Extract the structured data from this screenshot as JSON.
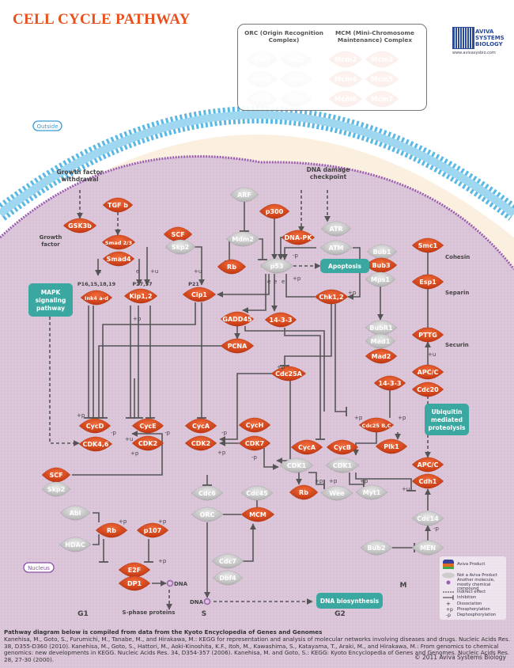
{
  "title": "CELL CYCLE PATHWAY",
  "colors": {
    "product": "#d8431a",
    "non_product": "#c4c4c4",
    "process": "#3aa8a0",
    "cytoplasm": "#fbf0e0",
    "nucleus": "#dcc4d8",
    "membrane": "#5ab8e4",
    "nuclear_membrane": "#9a5fb0",
    "line": "#555555",
    "title": "#e8501e"
  },
  "complex_legend": {
    "orc_header": "ORC (Origin Recognition Complex)",
    "mcm_header": "MCM (Mini-Chromosome Maintenance) Complex",
    "orc_items": [
      "Orc1",
      "Orc2",
      "Orc3",
      "Orc4",
      "Orc5",
      "Orc6"
    ],
    "mcm_items": [
      "Mcm2",
      "Mcm3",
      "Mcm4",
      "Mcm5",
      "Mcm6",
      "Mcm7"
    ]
  },
  "logo": {
    "line1": "AVIVA",
    "line2": "SYSTEMS",
    "line3": "BIOLOGY",
    "url": "www.avivasysbio.com"
  },
  "compartments": {
    "outside": "Outside",
    "nucleus": "Nucleus"
  },
  "annotations": {
    "growth_factor_withdrawal": "Growth factor withdrawal",
    "growth_factor": "Growth factor",
    "dna_damage": "DNA damage checkpoint",
    "p16": "P16,15,18,19",
    "p27": "P27,57",
    "p21": "P21",
    "cohesin": "Cohesin",
    "separin": "Separin",
    "securin": "Securin",
    "dna1": "DNA",
    "dna2": "DNA",
    "s_phase": "S-phase proteins",
    "g1": "G1",
    "s": "S",
    "g2": "G2",
    "m": "M"
  },
  "nodes": [
    {
      "id": "gsk3b",
      "label": "GSK3b",
      "type": "product"
    },
    {
      "id": "tgfb",
      "label": "TGF b",
      "type": "product"
    },
    {
      "id": "smad23",
      "label": "Smad 2/3",
      "type": "product"
    },
    {
      "id": "smad4",
      "label": "Smad4",
      "type": "product"
    },
    {
      "id": "scf1",
      "label": "SCF",
      "type": "product"
    },
    {
      "id": "skp2a",
      "label": "Skp2",
      "type": "non"
    },
    {
      "id": "arf",
      "label": "ARF",
      "type": "non"
    },
    {
      "id": "mdm2",
      "label": "Mdm2",
      "type": "non"
    },
    {
      "id": "rb1",
      "label": "Rb",
      "type": "product"
    },
    {
      "id": "p300",
      "label": "p300",
      "type": "product"
    },
    {
      "id": "dnapk",
      "label": "DNA-PK",
      "type": "product"
    },
    {
      "id": "atr",
      "label": "ATR",
      "type": "non"
    },
    {
      "id": "atm",
      "label": "ATM",
      "type": "non"
    },
    {
      "id": "p53",
      "label": "p53",
      "type": "non"
    },
    {
      "id": "ink4",
      "label": "Ink4 a-d",
      "type": "product"
    },
    {
      "id": "kip12",
      "label": "Kip1,2",
      "type": "product"
    },
    {
      "id": "cip1",
      "label": "Cip1",
      "type": "product"
    },
    {
      "id": "gadd45",
      "label": "GADD45",
      "type": "product"
    },
    {
      "id": "p1433a",
      "label": "14-3-3",
      "type": "product"
    },
    {
      "id": "chk12",
      "label": "Chk1,2",
      "type": "product"
    },
    {
      "id": "pcna",
      "label": "PCNA",
      "type": "product"
    },
    {
      "id": "cdc25a",
      "label": "Cdc25A",
      "type": "product"
    },
    {
      "id": "bub1",
      "label": "Bub1",
      "type": "non"
    },
    {
      "id": "bub3",
      "label": "Bub3",
      "type": "product"
    },
    {
      "id": "mps1",
      "label": "Mps1",
      "type": "non"
    },
    {
      "id": "bubr1",
      "label": "BubR1",
      "type": "non"
    },
    {
      "id": "mad1",
      "label": "Mad1",
      "type": "non"
    },
    {
      "id": "mad2",
      "label": "Mad2",
      "type": "product"
    },
    {
      "id": "smc1",
      "label": "Smc1",
      "type": "product"
    },
    {
      "id": "esp1",
      "label": "Esp1",
      "type": "product"
    },
    {
      "id": "pttg",
      "label": "PTTG",
      "type": "product"
    },
    {
      "id": "apcc1",
      "label": "APC/C",
      "type": "product"
    },
    {
      "id": "cdc20",
      "label": "Cdc20",
      "type": "product"
    },
    {
      "id": "p1433b",
      "label": "14-3-3",
      "type": "product"
    },
    {
      "id": "cdc25bc",
      "label": "Cdc25 B,C",
      "type": "product"
    },
    {
      "id": "cycd",
      "label": "CycD",
      "type": "product"
    },
    {
      "id": "cdk46",
      "label": "CDK4,6",
      "type": "product"
    },
    {
      "id": "cyce",
      "label": "CycE",
      "type": "product"
    },
    {
      "id": "cdk2a",
      "label": "CDK2",
      "type": "product"
    },
    {
      "id": "cyca1",
      "label": "CycA",
      "type": "product"
    },
    {
      "id": "cdk2b",
      "label": "CDK2",
      "type": "product"
    },
    {
      "id": "cych",
      "label": "CycH",
      "type": "product"
    },
    {
      "id": "cdk7",
      "label": "CDK7",
      "type": "product"
    },
    {
      "id": "cyca2",
      "label": "CycA",
      "type": "product"
    },
    {
      "id": "cdk1a",
      "label": "CDK1",
      "type": "non"
    },
    {
      "id": "cycb",
      "label": "CycB",
      "type": "product"
    },
    {
      "id": "cdk1b",
      "label": "CDK1",
      "type": "non"
    },
    {
      "id": "plk1",
      "label": "Plk1",
      "type": "product"
    },
    {
      "id": "apcc2",
      "label": "APC/C",
      "type": "product"
    },
    {
      "id": "cdh1",
      "label": "Cdh1",
      "type": "product"
    },
    {
      "id": "scf2",
      "label": "SCF",
      "type": "product"
    },
    {
      "id": "skp2b",
      "label": "Skp2",
      "type": "non"
    },
    {
      "id": "rb2",
      "label": "Rb",
      "type": "product"
    },
    {
      "id": "wee",
      "label": "Wee",
      "type": "non"
    },
    {
      "id": "myt1",
      "label": "Myt1",
      "type": "non"
    },
    {
      "id": "cdc14",
      "label": "Cdc14",
      "type": "non"
    },
    {
      "id": "abl",
      "label": "Abl",
      "type": "non"
    },
    {
      "id": "hdac",
      "label": "HDAC",
      "type": "non"
    },
    {
      "id": "rb3",
      "label": "Rb",
      "type": "product"
    },
    {
      "id": "p107",
      "label": "p107",
      "type": "product"
    },
    {
      "id": "e2f",
      "label": "E2F",
      "type": "product"
    },
    {
      "id": "dp1",
      "label": "DP1",
      "type": "product"
    },
    {
      "id": "cdc6",
      "label": "Cdc6",
      "type": "non"
    },
    {
      "id": "orc",
      "label": "ORC",
      "type": "non"
    },
    {
      "id": "cdc45",
      "label": "Cdc45",
      "type": "non"
    },
    {
      "id": "mcm",
      "label": "MCM",
      "type": "product"
    },
    {
      "id": "cdc7",
      "label": "Cdc7",
      "type": "non"
    },
    {
      "id": "dbf4",
      "label": "Dbf4",
      "type": "non"
    },
    {
      "id": "bub2",
      "label": "Bub2",
      "type": "non"
    },
    {
      "id": "men",
      "label": "MEN",
      "type": "non"
    }
  ],
  "processes": [
    {
      "id": "mapk",
      "label": "MAPK signaling pathway"
    },
    {
      "id": "apoptosis",
      "label": "Apoptosis"
    },
    {
      "id": "ubiquitin",
      "label": "Ubiquitin mediated proteolysis"
    },
    {
      "id": "dnabio",
      "label": "DNA biosynthesis"
    }
  ],
  "edge_labels": [
    "-p",
    "+p",
    "e",
    "+u",
    "-p",
    "+p"
  ],
  "key": {
    "items": [
      "Aviva Product",
      "Not a Aviva Product",
      "Another molecule, mostly chemical compound",
      "Indirect effect",
      "Inhibition",
      "Dissociation",
      "Phosphorylation",
      "Dephosphorylation"
    ]
  },
  "footer": {
    "heading": "Pathway diagram below is compiled from data from the Kyoto Encyclopedia of Genes and Genomes",
    "body": "Kanehisa, M., Goto, S., Furumichi, M., Tanabe, M., and Hirakawa, M.: KEGG for representation and analysis of molecular networks involving diseases and drugs. Nucleic Acids Res. 38, D355-D360 (2010). Kanehisa, M., Goto, S., Hattori, M., Aoki-Kinoshita, K.F., Itoh, M., Kawashima, S., Katayama, T., Araki, M., and Hirakawa, M.: From genomics to chemical genomics: new developments in KEGG. Nucleic Acids Res. 34, D354-357 (2006). Kanehisa, M. and Goto, S.: KEGG: Kyoto Encyclopedia of Genes and Genomes. Nucleic Acids Res. 28, 27-30 (2000).",
    "copyright": "© 2011 Aviva Systems Biology"
  }
}
